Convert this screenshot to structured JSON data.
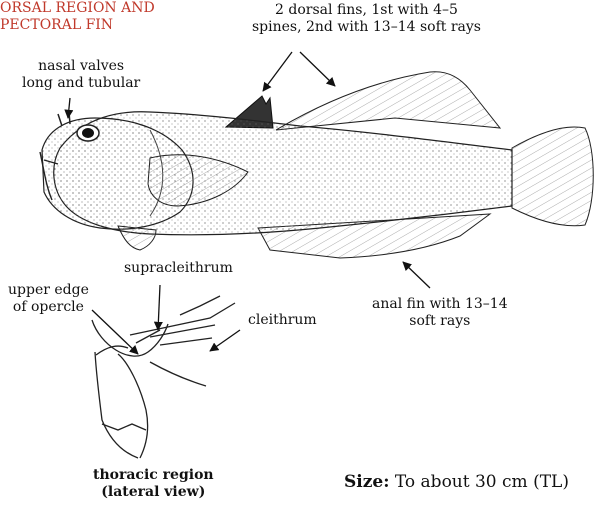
{
  "corner_label": "ORSAL REGION AND\nPECTORAL FIN",
  "labels": {
    "dorsal_fins": "2 dorsal fins, 1st with 4–5\nspines, 2nd with 13–14 soft rays",
    "nasal_valves": "nasal valves\nlong and tubular",
    "supracleithrum": "supracleithrum",
    "opercle": "upper edge\nof opercle",
    "cleithrum": "cleithrum",
    "anal_fin": "anal fin with 13–14\nsoft rays",
    "thoracic": "thoracic region\n(lateral view)"
  },
  "size": {
    "prefix": "Size:",
    "text": " To about 30 cm (TL)"
  },
  "colors": {
    "accent_red": "#c0392b",
    "ink": "#111111",
    "fin_dark": "#333333"
  }
}
